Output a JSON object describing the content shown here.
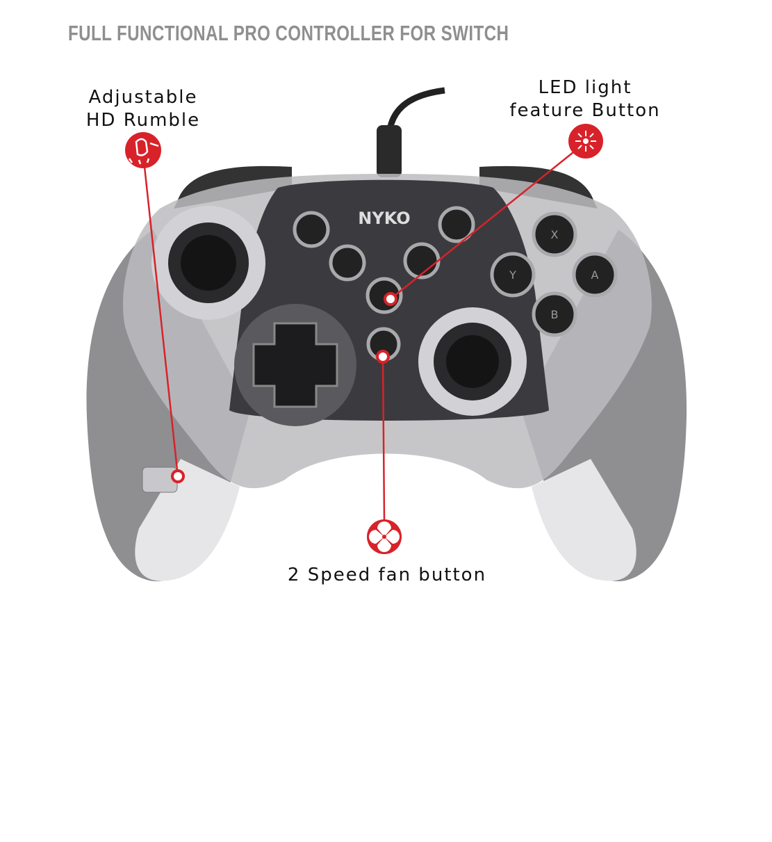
{
  "title": "FULL FUNCTIONAL PRO CONTROLLER FOR SWITCH",
  "callouts": {
    "rumble": {
      "line1": "Adjustable",
      "line2": "HD Rumble",
      "icon": "rumble-hand-icon"
    },
    "led": {
      "line1": "LED light",
      "line2": "feature Button",
      "icon": "led-burst-icon"
    },
    "fan": {
      "line1": "2 Speed fan button",
      "icon": "fan-icon"
    }
  },
  "controller": {
    "brand": "NYKO",
    "face_buttons": [
      "X",
      "Y",
      "A",
      "B"
    ]
  },
  "colors": {
    "accent_red": "#d8222a",
    "title_gray": "#8e8f91"
  }
}
